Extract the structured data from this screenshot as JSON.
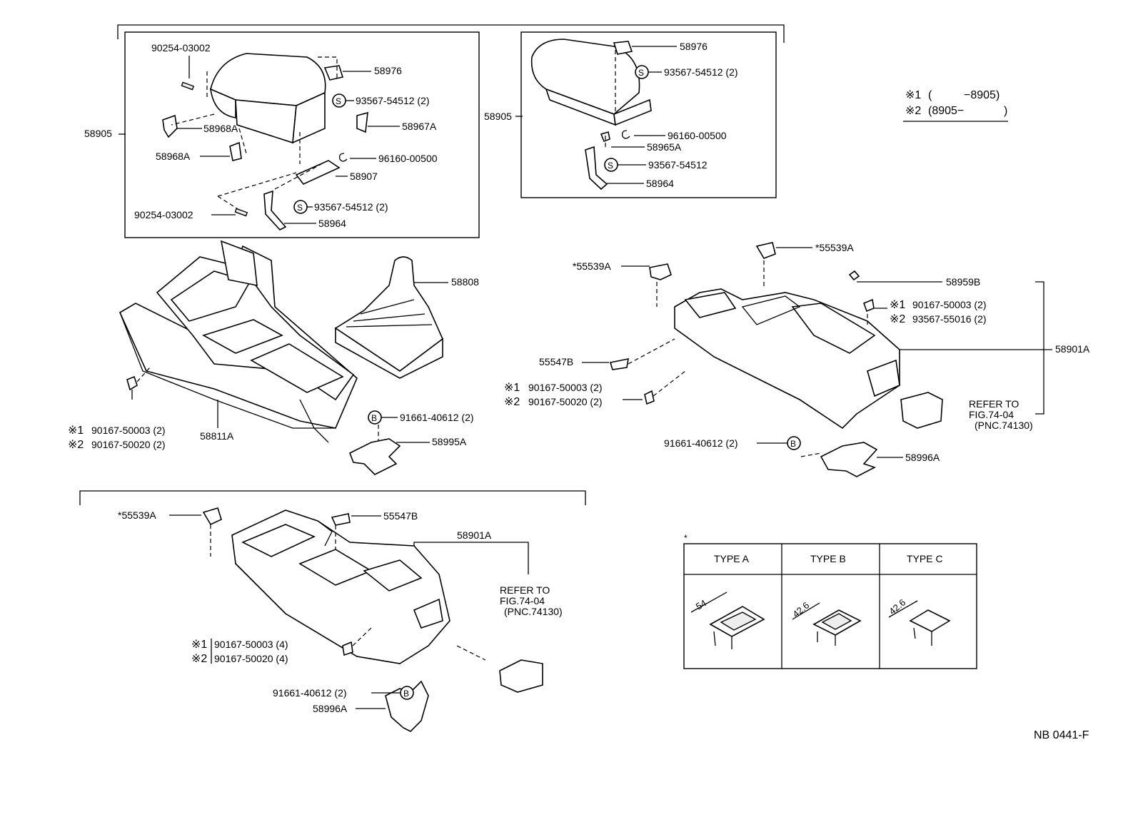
{
  "labels": {
    "top_left": {
      "p90254_a": "90254-03002",
      "p58976": "58976",
      "p93567_a": "93567-54512 (2)",
      "p58905": "58905",
      "p58968A_a": "58968A",
      "p58967A": "58967A",
      "p58968A_b": "58968A",
      "p96160": "96160-00500",
      "p58907": "58907",
      "p93567_b": "93567-54512 (2)",
      "p90254_b": "90254-03002",
      "p58964": "58964"
    },
    "top_right": {
      "p58976": "58976",
      "p93567_a": "93567-54512 (2)",
      "p58905": "58905",
      "p96160": "96160-00500",
      "p58965A": "58965A",
      "p93567_b": "93567-54512",
      "p58964": "58964"
    },
    "legend": {
      "mark1": "※1",
      "range1_open": "(",
      "range1_end": "−8905)",
      "mark2": "※2",
      "range2_start": "(8905−",
      "range2_close": ")"
    },
    "middle_left": {
      "p58808": "58808",
      "m1": "※1",
      "b1": "90167-50003 (2)",
      "m2": "※2",
      "b2": "90167-50020 (2)",
      "p58811A": "58811A",
      "p91661": "91661-40612 (2)",
      "p58995A": "58995A"
    },
    "middle_right": {
      "p55539A_a": "*55539A",
      "p55539A_b": "*55539A",
      "p58959B": "58959B",
      "m1": "※1",
      "s1": "90167-50003 (2)",
      "m2": "※2",
      "s2": "93567-55016 (2)",
      "p58901A": "58901A",
      "p55547B": "55547B",
      "m3": "※1",
      "b1": "90167-50003 (2)",
      "m4": "※2",
      "b2": "90167-50020 (2)",
      "refer1": "REFER TO",
      "refer2": "FIG.74-04",
      "refer3": "(PNC.74130)",
      "p91661": "91661-40612 (2)",
      "p58996A": "58996A"
    },
    "bottom_left": {
      "p55539A": "*55539A",
      "p55547B": "55547B",
      "p58901A": "58901A",
      "refer1": "REFER TO",
      "refer2": "FIG.74-04",
      "refer3": "(PNC.74130)",
      "m1": "※1",
      "b1": "90167-50003 (4)",
      "m2": "※2",
      "b2": "90167-50020 (4)",
      "p91661": "91661-40612 (2)",
      "p58996A": "58996A"
    },
    "type_table": {
      "star": "*",
      "type_a": "TYPE  A",
      "type_b": "TYPE  B",
      "type_c": "TYPE  C",
      "dim_a": "54",
      "dim_b": "42.6",
      "dim_c": "42.6"
    },
    "symbols": {
      "s": "S",
      "b": "B"
    },
    "figure_code": "NB  0441-F"
  }
}
